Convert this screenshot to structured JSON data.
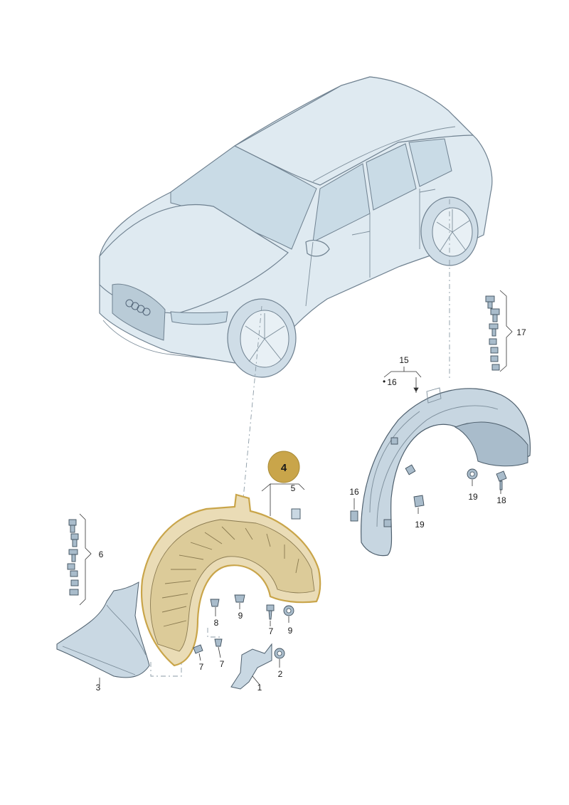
{
  "labels": {
    "l1": "1",
    "l2": "2",
    "l3": "3",
    "l4": "4",
    "l5": "5",
    "l6": "6",
    "l7a": "7",
    "l7b": "7",
    "l7c": "7",
    "l8": "8",
    "l9a": "9",
    "l9b": "9",
    "l15": "15",
    "l16a": "16",
    "l16b": "16",
    "l17": "17",
    "l18": "18",
    "l19a": "19",
    "l19b": "19"
  },
  "colors": {
    "highlight_badge": "#c9a54a",
    "highlight_part": "#eadcb6",
    "part_fill": "#c7d6e1",
    "outline": "#4e5f6d"
  }
}
